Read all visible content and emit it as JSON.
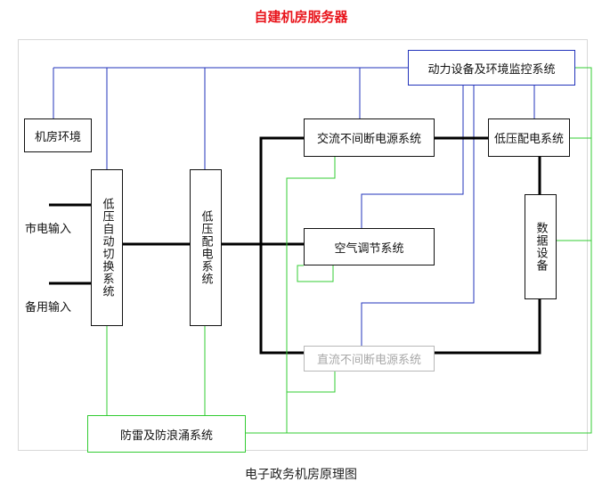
{
  "title": "自建机房服务器",
  "caption": "电子政务机房原理图",
  "boxes": {
    "monitor": "动力设备及环境监控系统",
    "room_env": "机房环境",
    "ats": "低压自动切换系统",
    "lv_dist_left": "低压配电系统",
    "ups_ac": "交流不间断电源系统",
    "lv_dist_right": "低压配电系统",
    "ac": "空气调节系统",
    "data_equipment": "数据设备",
    "dc_ups": "直流不间断电源系统",
    "lightning": "防雷及防浪涌系统"
  },
  "inputs": {
    "mains": "市电输入",
    "backup": "备用输入"
  },
  "colors": {
    "power_line": "#000000",
    "monitor_line": "#2233bb",
    "ground_line": "#33cc33",
    "title": "#e8141b"
  }
}
